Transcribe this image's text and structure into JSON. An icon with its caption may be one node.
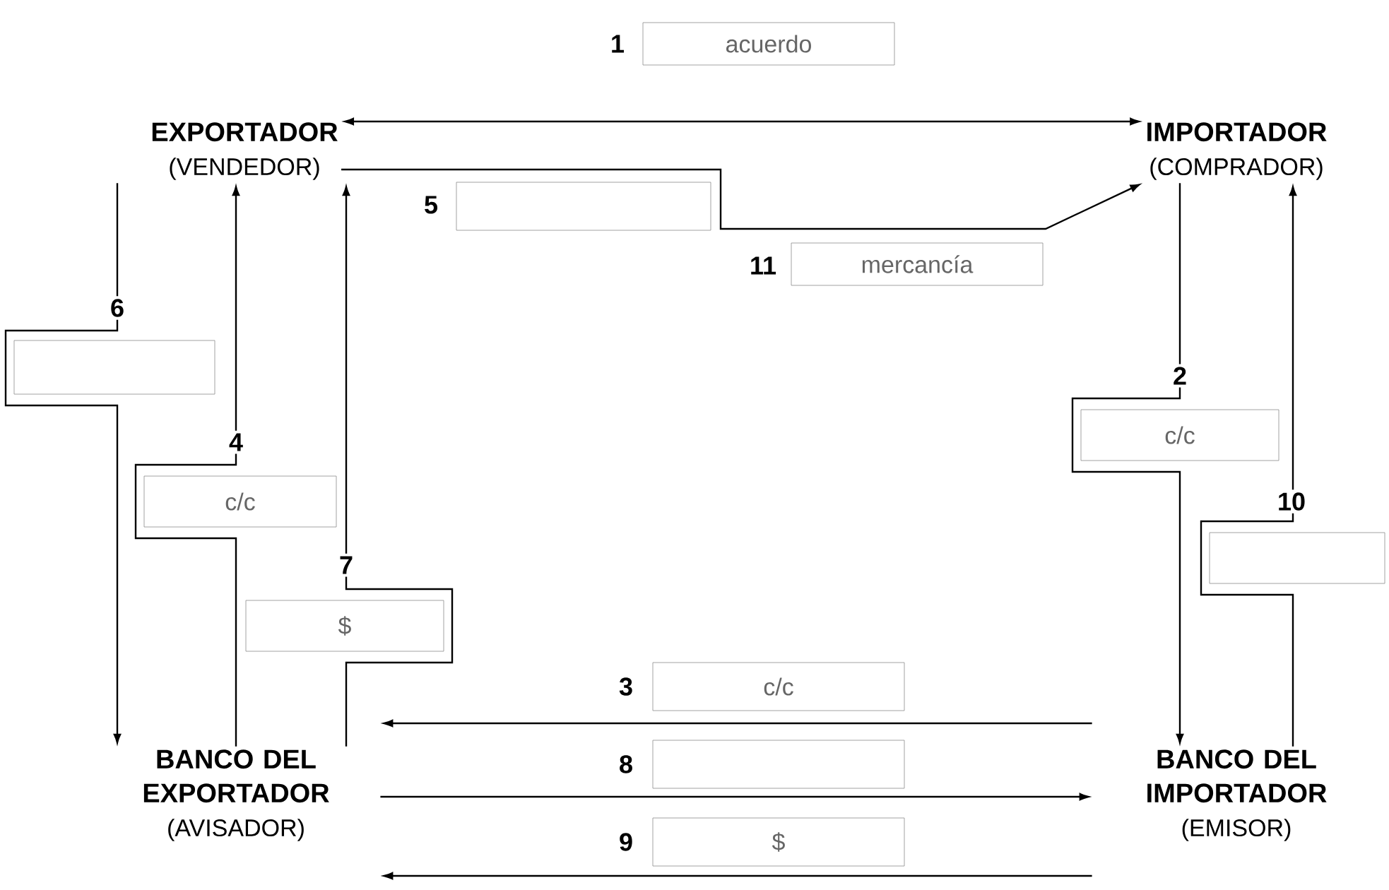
{
  "diagram": {
    "nodes": [
      {
        "text": [
          "EXPORTADOR",
          "(VENDEDOR)"
        ]
      },
      {
        "text": [
          "IMPORTADOR",
          "(COMPRADOR)"
        ]
      },
      {
        "text": [
          "BANCO DEL EXPORTADOR",
          "(AVISADOR)"
        ]
      },
      {
        "text": [
          "BANCO DEL IMPORTADOR",
          "(EMISOR)"
        ]
      },
      {
        "text": [
          "acuerdo"
        ],
        "beside": [
          "1"
        ]
      },
      {
        "text": [],
        "shape": "box",
        "beside": [
          "5"
        ]
      },
      {
        "text": [
          "mercancía"
        ],
        "beside": [
          "11"
        ]
      },
      {
        "text": [],
        "shape": "box",
        "beside": [
          "6"
        ]
      },
      {
        "text": [
          "c/c"
        ],
        "beside": [
          "2"
        ]
      },
      {
        "text": [
          "c/c"
        ],
        "beside": [
          "4"
        ]
      },
      {
        "text": [],
        "shape": "box",
        "beside": [
          "10"
        ]
      },
      {
        "text": [
          "$"
        ],
        "beside": [
          "7"
        ]
      },
      {
        "text": [
          "c/c"
        ],
        "beside": [
          "3"
        ]
      },
      {
        "text": [],
        "shape": "box",
        "beside": [
          "8"
        ]
      },
      {
        "text": [
          "$"
        ],
        "beside": [
          "9"
        ]
      }
    ],
    "edges": [
      {
        "from": 0,
        "to": 1,
        "arrow": "both"
      },
      {
        "from": 0,
        "to": 1,
        "arrow": "to"
      },
      {
        "from": 0,
        "to": 2,
        "arrow": "to"
      },
      {
        "from": 2,
        "to": 0,
        "arrow": "to"
      },
      {
        "from": 2,
        "to": 0,
        "arrow": "to"
      },
      {
        "from": 1,
        "to": 3,
        "arrow": "to"
      },
      {
        "from": 3,
        "to": 1,
        "arrow": "to"
      },
      {
        "from": 3,
        "to": 2,
        "arrow": "to"
      },
      {
        "from": 2,
        "to": 3,
        "arrow": "to"
      },
      {
        "from": 3,
        "to": 2,
        "arrow": "to"
      }
    ]
  }
}
